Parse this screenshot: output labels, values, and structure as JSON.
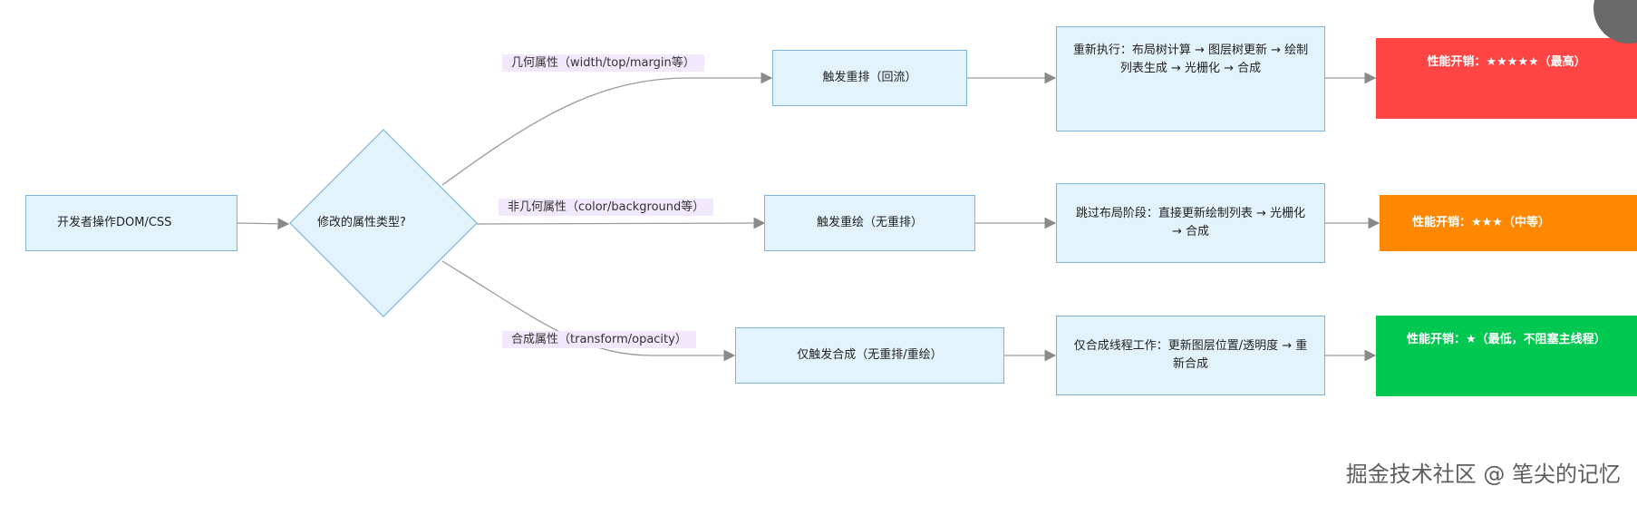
{
  "nodes": {
    "start": "开发者操作DOM/CSS",
    "decision": "修改的属性类型?",
    "reflow": "触发重排（回流）",
    "repaint": "触发重绘（无重排）",
    "composite": "仅触发合成（无重排/重绘）",
    "reflow_detail": "重新执行：布局树计算 → 图层树更新 → 绘制列表生成 → 光栅化 → 合成",
    "repaint_detail": "跳过布局阶段：直接更新绘制列表 → 光栅化 → 合成",
    "composite_detail": "仅合成线程工作：更新图层位置/透明度 → 重新合成",
    "perf_high": "性能开销：★★★★★（最高）",
    "perf_mid": "性能开销：★★★（中等）",
    "perf_low": "性能开销：★（最低，不阻塞主线程）"
  },
  "edge_labels": {
    "geometry": "几何属性（width/top/margin等）",
    "non_geometry": "非几何属性（color/background等）",
    "composite": "合成属性（transform/opacity）"
  },
  "colors": {
    "perf_high": "#ff4444",
    "perf_mid": "#ff8800",
    "perf_low": "#00c851"
  },
  "watermark": "掘金技术社区 @ 笔尖的记忆"
}
